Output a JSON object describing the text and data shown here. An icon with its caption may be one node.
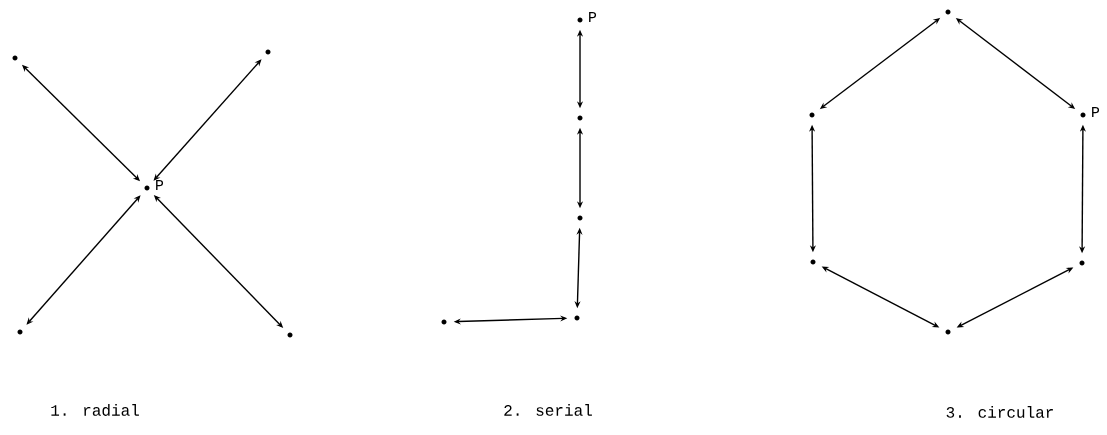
{
  "diagram": {
    "nodes": [
      {
        "text": [],
        "shape": "circle",
        "beside": [
          "P"
        ]
      },
      {
        "text": [],
        "shape": "circle"
      },
      {
        "text": [],
        "shape": "circle"
      },
      {
        "text": [],
        "shape": "circle"
      },
      {
        "text": [],
        "shape": "circle"
      },
      {
        "text": [],
        "shape": "circle",
        "beside": [
          "P"
        ]
      },
      {
        "text": [],
        "shape": "circle"
      },
      {
        "text": [],
        "shape": "circle"
      },
      {
        "text": [],
        "shape": "circle"
      },
      {
        "text": [],
        "shape": "circle"
      },
      {
        "text": [],
        "shape": "circle"
      },
      {
        "text": [],
        "shape": "circle"
      },
      {
        "text": [],
        "shape": "circle",
        "beside": [
          "P"
        ]
      },
      {
        "text": [],
        "shape": "circle"
      },
      {
        "text": [],
        "shape": "circle"
      },
      {
        "text": [],
        "shape": "circle"
      }
    ],
    "edges": [
      {
        "from": 0,
        "to": 1,
        "arrow": "both"
      },
      {
        "from": 0,
        "to": 2,
        "arrow": "both"
      },
      {
        "from": 0,
        "to": 3,
        "arrow": "both"
      },
      {
        "from": 0,
        "to": 4,
        "arrow": "both"
      },
      {
        "from": 5,
        "to": 6,
        "arrow": "both"
      },
      {
        "from": 6,
        "to": 7,
        "arrow": "both"
      },
      {
        "from": 7,
        "to": 8,
        "arrow": "both"
      },
      {
        "from": 8,
        "to": 9,
        "arrow": "both"
      },
      {
        "from": 10,
        "to": 11,
        "arrow": "both"
      },
      {
        "from": 10,
        "to": 12,
        "arrow": "both"
      },
      {
        "from": 11,
        "to": 13,
        "arrow": "both"
      },
      {
        "from": 12,
        "to": 14,
        "arrow": "both"
      },
      {
        "from": 13,
        "to": 15,
        "arrow": "both"
      },
      {
        "from": 14,
        "to": 15,
        "arrow": "both"
      }
    ],
    "labels": [
      "1. radial",
      "2. serial",
      "3. circular"
    ]
  }
}
